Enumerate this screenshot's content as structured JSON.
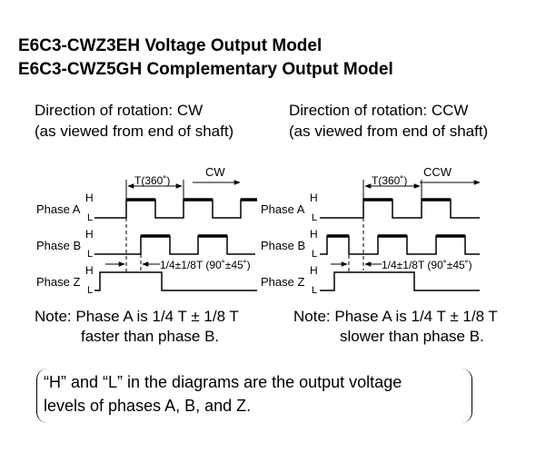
{
  "titles": {
    "line1": "E6C3-CWZ3EH Voltage Output Model",
    "line2": "E6C3-CWZ5GH Complementary Output Model"
  },
  "cw": {
    "direction_line1": "Direction of rotation: CW",
    "direction_line2": "(as viewed from end of shaft)",
    "arrow_label": "CW",
    "period_label": "T(360˚)",
    "phase_diff_label": "1/4±1/8T (90˚±45˚)",
    "phases": [
      {
        "label": "Phase A",
        "high": "H",
        "low": "L"
      },
      {
        "label": "Phase B",
        "high": "H",
        "low": "L"
      },
      {
        "label": "Phase Z",
        "high": "H",
        "low": "L"
      }
    ],
    "note_prefix": "Note:",
    "note_line1": "Phase A is 1/4 T ± 1/8 T",
    "note_line2": "faster than phase B."
  },
  "ccw": {
    "direction_line1": "Direction of rotation: CCW",
    "direction_line2": "(as viewed from end of shaft)",
    "arrow_label": "CCW",
    "period_label": "T(360˚)",
    "phase_diff_label": "1/4±1/8T (90˚±45˚)",
    "phases": [
      {
        "label": "Phase A",
        "high": "H",
        "low": "L"
      },
      {
        "label": "Phase B",
        "high": "H",
        "low": "L"
      },
      {
        "label": "Phase Z",
        "high": "H",
        "low": "L"
      }
    ],
    "note_prefix": "Note:",
    "note_line1": "Phase A is 1/4 T ± 1/8 T",
    "note_line2": "slower than phase B."
  },
  "footnote": {
    "line1": "“H” and “L” in the diagrams are the output voltage",
    "line2": "levels of phases A, B, and Z."
  }
}
